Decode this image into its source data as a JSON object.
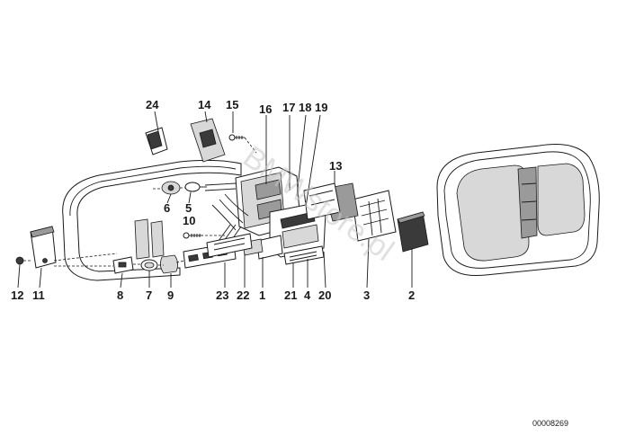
{
  "diagram": {
    "part_numbers": {
      "p24": "24",
      "p14": "14",
      "p15": "15",
      "p16": "16",
      "p17": "17",
      "p18": "18",
      "p19": "19",
      "p13": "13",
      "p6": "6",
      "p5": "5",
      "p10": "10",
      "p12": "12",
      "p11": "11",
      "p8": "8",
      "p7": "7",
      "p9": "9",
      "p23": "23",
      "p22": "22",
      "p1": "1",
      "p21": "21",
      "p4": "4",
      "p20": "20",
      "p3": "3",
      "p2": "2"
    },
    "watermark": "BMWstore.pl",
    "document_id": "00008269"
  }
}
